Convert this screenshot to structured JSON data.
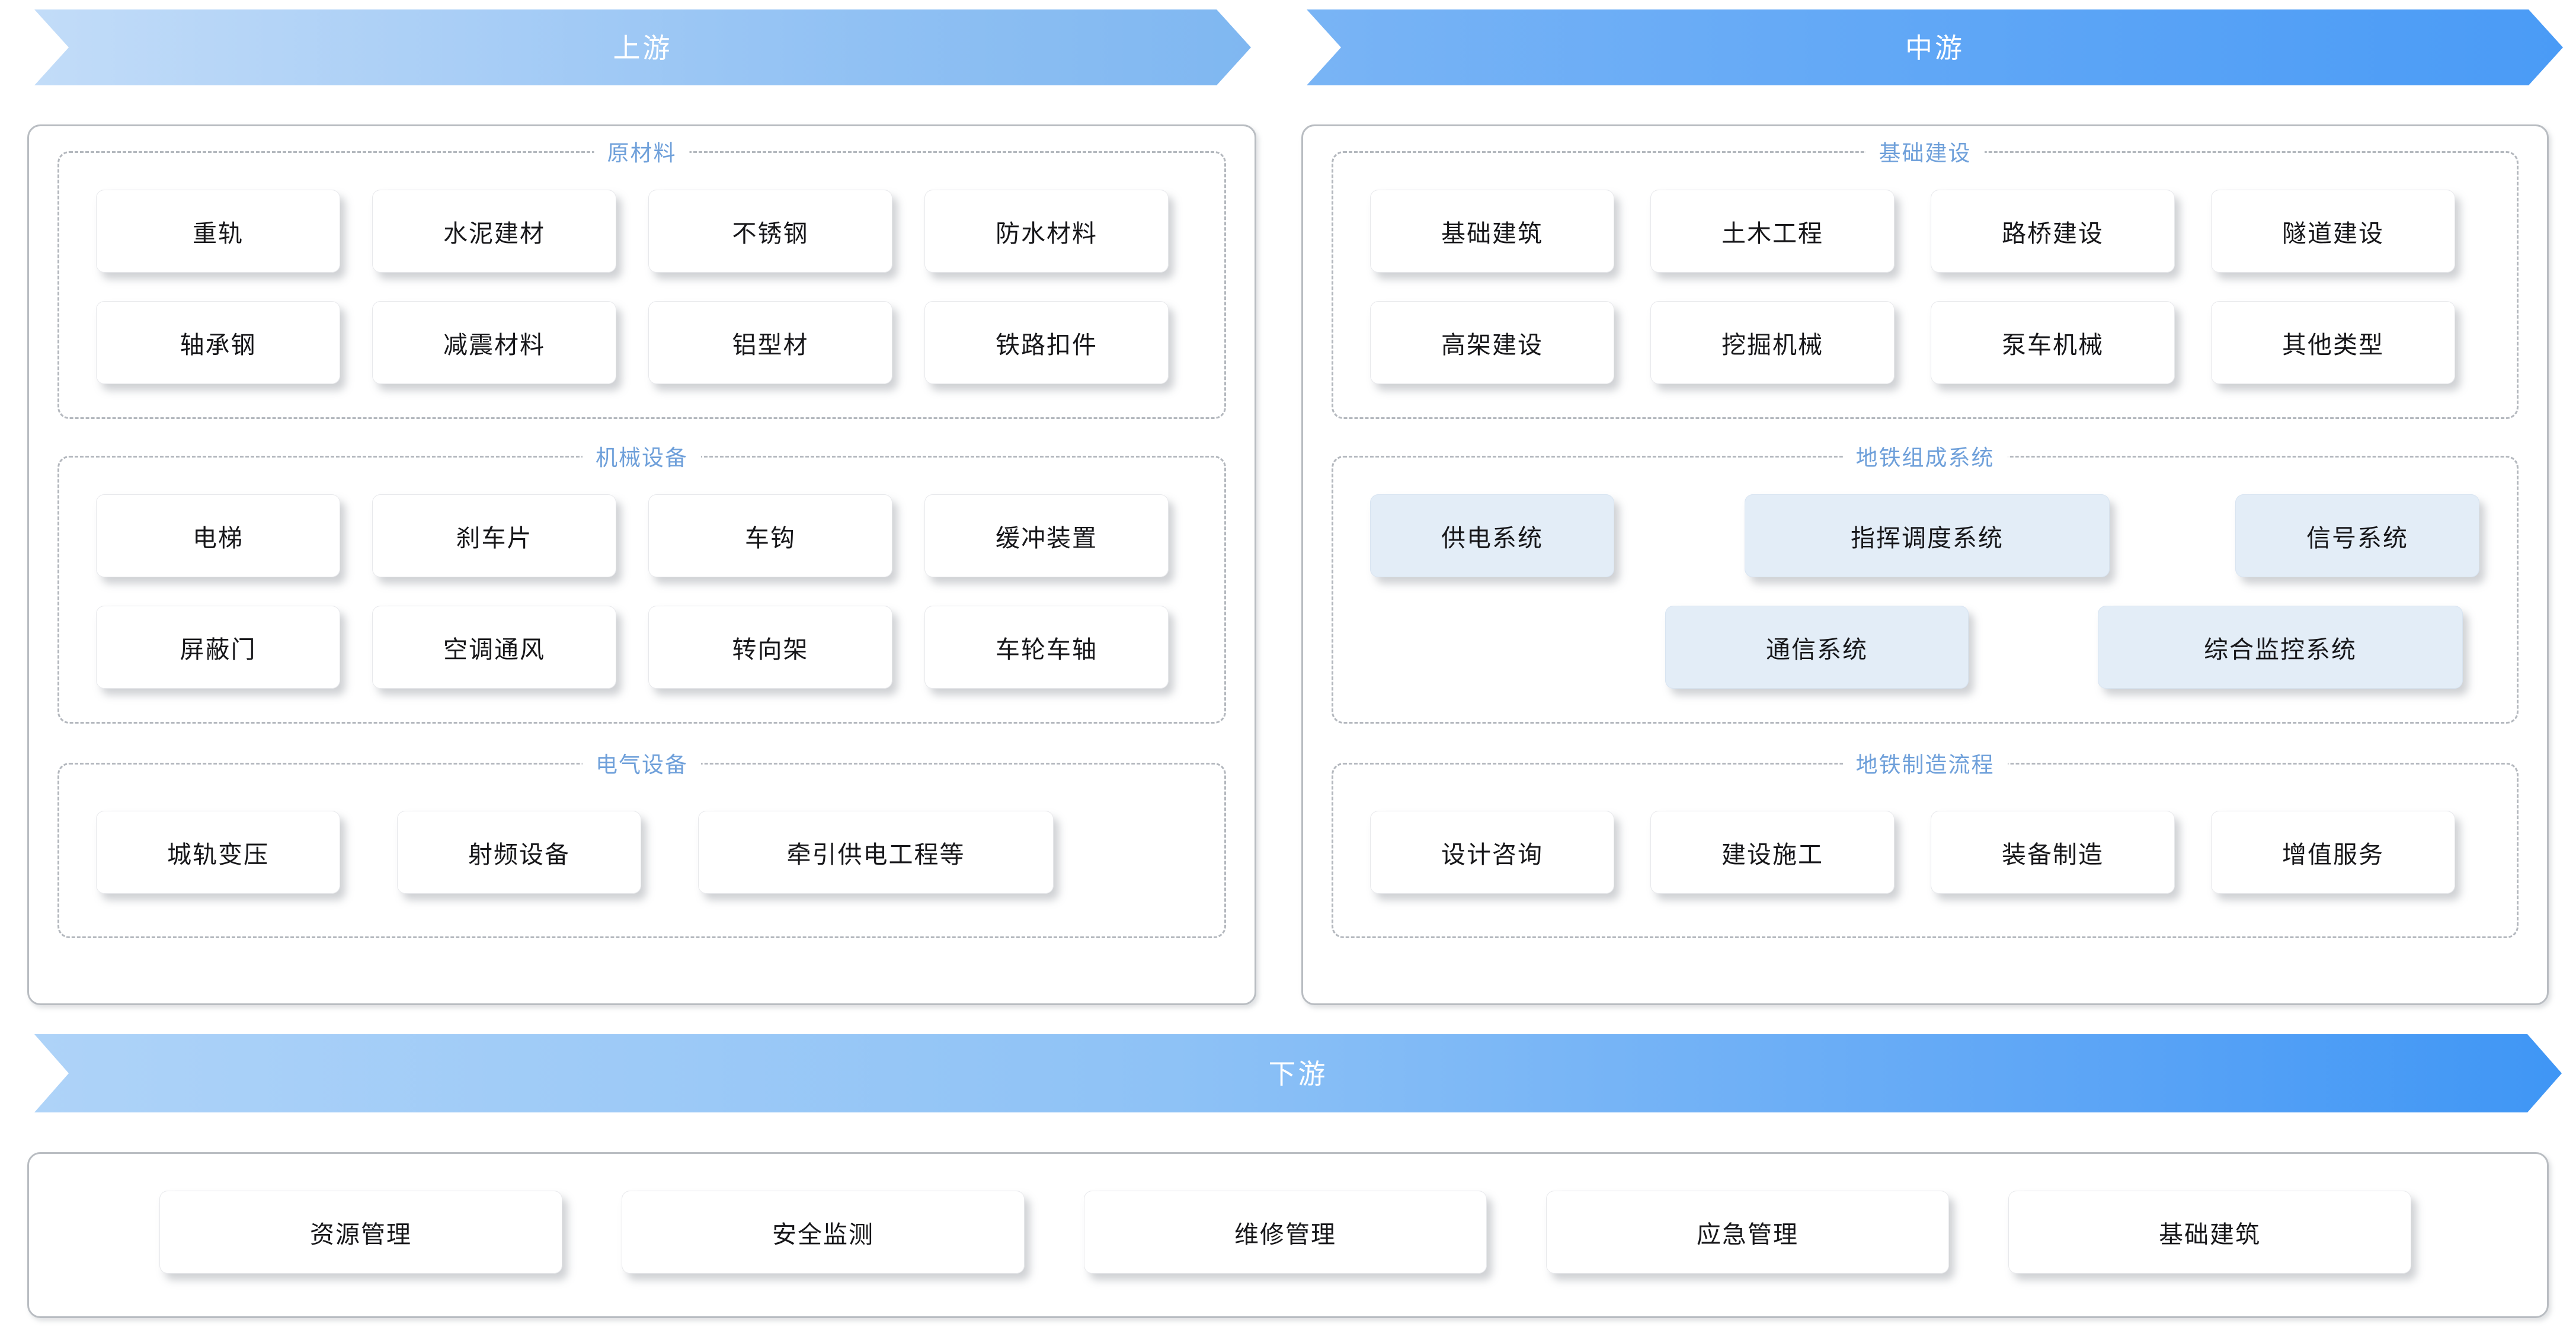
{
  "banners": {
    "upstream": "上游",
    "midstream": "中游",
    "downstream": "下游"
  },
  "colors": {
    "banner_upstream_start": "#c2dcf8",
    "banner_upstream_end": "#7fb7f1",
    "banner_midstream_start": "#79b4f5",
    "banner_midstream_end": "#4a9bf6",
    "banner_downstream_start": "#aed3f8",
    "banner_downstream_end": "#3f96f5",
    "legend_text": "#6fa0da",
    "card_text": "#17171a",
    "card_blue_fill": "#e3edf7",
    "panel_border": "#b9bdc2",
    "group_border": "#b4b8be"
  },
  "upstream": {
    "groups": [
      {
        "legend": "原材料",
        "rows": [
          [
            "重轨",
            "水泥建材",
            "不锈钢",
            "防水材料"
          ],
          [
            "轴承钢",
            "减震材料",
            "铝型材",
            "铁路扣件"
          ]
        ]
      },
      {
        "legend": "机械设备",
        "rows": [
          [
            "电梯",
            "刹车片",
            "车钩",
            "缓冲装置"
          ],
          [
            "屏蔽门",
            "空调通风",
            "转向架",
            "车轮车轴"
          ]
        ]
      },
      {
        "legend": "电气设备",
        "rows": [
          [
            "城轨变压",
            "射频设备",
            "牵引供电工程等"
          ]
        ]
      }
    ]
  },
  "midstream": {
    "groups": [
      {
        "legend": "基础建设",
        "rows": [
          [
            "基础建筑",
            "土木工程",
            "路桥建设",
            "隧道建设"
          ],
          [
            "高架建设",
            "挖掘机械",
            "泵车机械",
            "其他类型"
          ]
        ]
      },
      {
        "legend": "地铁组成系统",
        "rows": [
          [
            "供电系统",
            "指挥调度系统",
            "信号系统"
          ],
          [
            "通信系统",
            "综合监控系统"
          ]
        ]
      },
      {
        "legend": "地铁制造流程",
        "rows": [
          [
            "设计咨询",
            "建设施工",
            "装备制造",
            "增值服务"
          ]
        ]
      }
    ]
  },
  "downstream": {
    "items": [
      "资源管理",
      "安全监测",
      "维修管理",
      "应急管理",
      "基础建筑"
    ]
  }
}
